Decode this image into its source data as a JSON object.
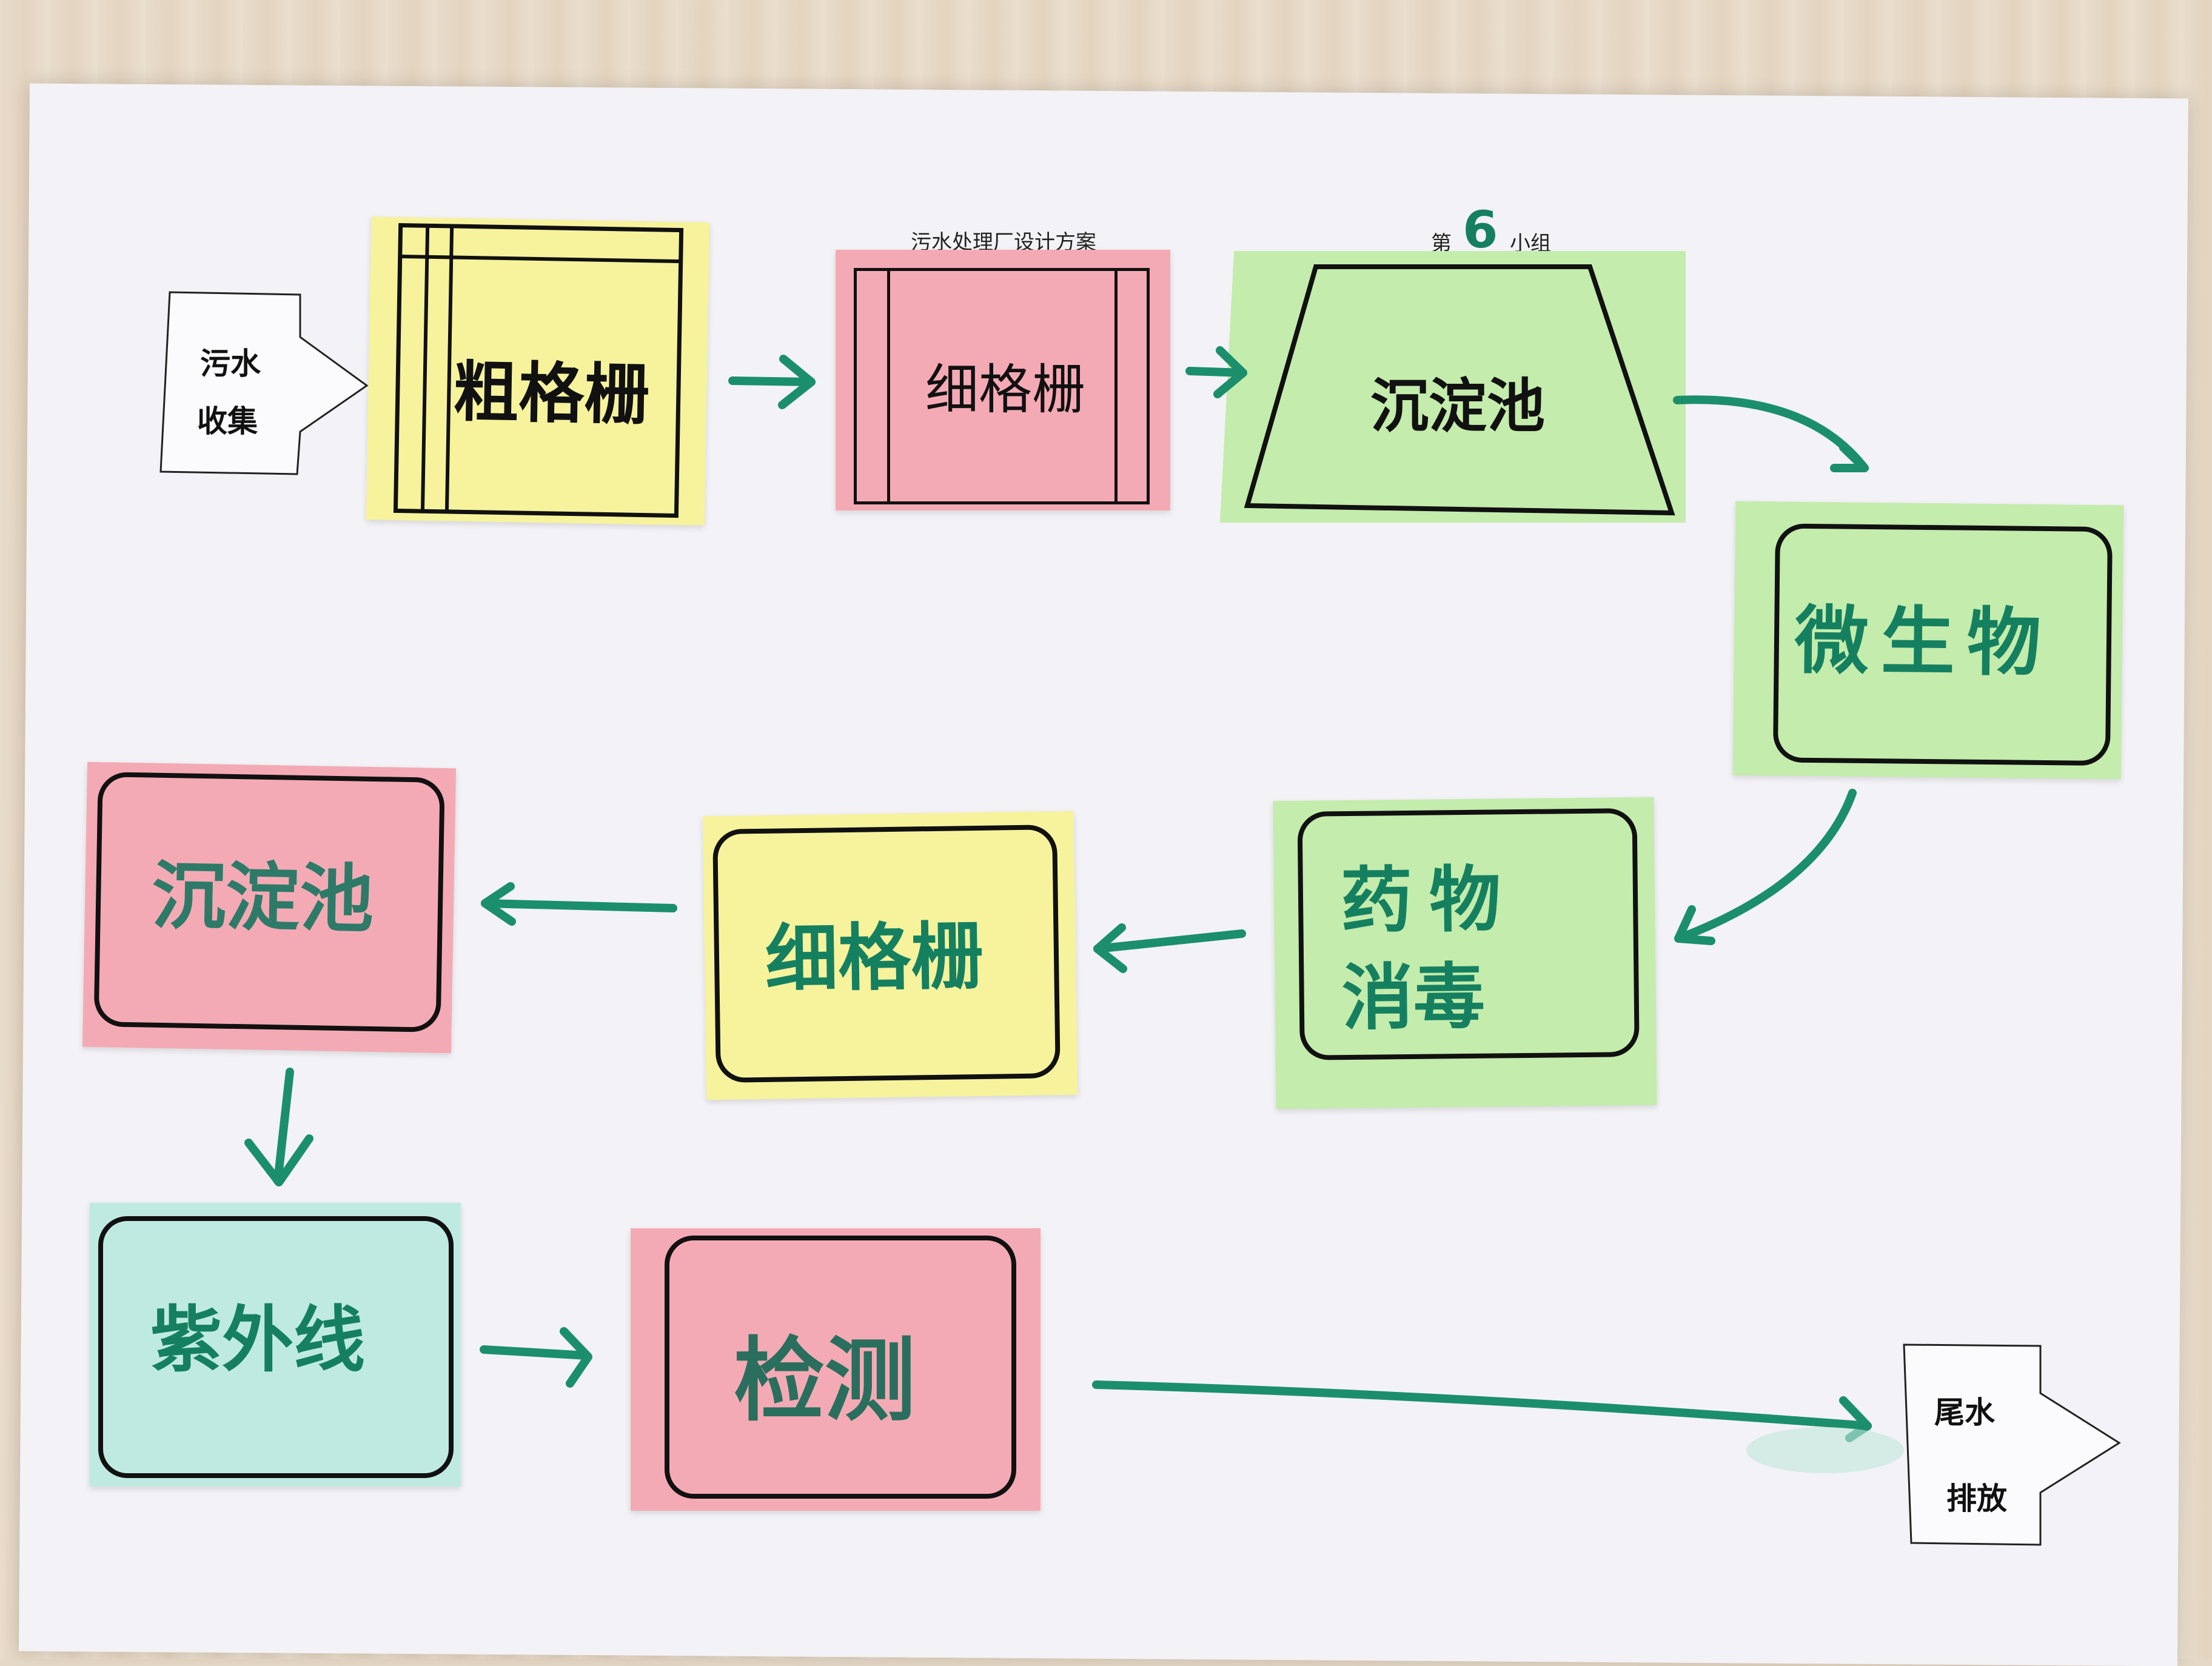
{
  "header": {
    "title": "污水处理厂设计方案",
    "group_prefix": "第",
    "group_number": "6",
    "group_suffix": "小组"
  },
  "nodes": {
    "sewage_collection": [
      "污水",
      "收集"
    ],
    "coarse_screen": "粗格栅",
    "fine_screen_1": "细格栅",
    "sedimentation_1": "沉淀池",
    "microorganism": "微生物",
    "chemical_disinfection": [
      "药物",
      "消毒"
    ],
    "fine_screen_2": "细格栅",
    "sedimentation_2": "沉淀池",
    "ultraviolet": "紫外线",
    "inspection": "检测",
    "tail_water_discharge": [
      "尾水",
      "排放"
    ]
  },
  "colors": {
    "yellow_note": "#f6f39c",
    "pink_note": "#f4aab4",
    "green_note": "#c4ecac",
    "cyan_note": "#bfeae2",
    "marker_ink": "#15805f",
    "paper": "#f3f2f6"
  }
}
